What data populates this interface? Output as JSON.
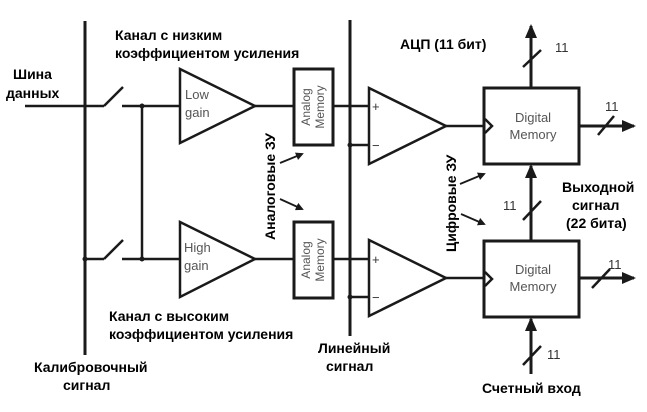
{
  "labels": {
    "data_bus_line1": "Шина",
    "data_bus_line2": "данных",
    "low_channel_line1": "Канал с низким",
    "low_channel_line2": "коэффициентом усиления",
    "high_channel_line1": "Канал с высоким",
    "high_channel_line2": "коэффициентом усиления",
    "calibration_line1": "Калибровочный",
    "calibration_line2": "сигнал",
    "ramp_line1": "Линейный",
    "ramp_line2": "сигнал",
    "adc": "АЦП (11 бит)",
    "analog_memories": "Аналоговые ЗУ",
    "digital_memories": "Цифровые ЗУ",
    "output_line1": "Выходной",
    "output_line2": "сигнал",
    "output_line3": "(22 бита)",
    "counter_input": "Счетный вход"
  },
  "blocks": {
    "low_gain_line1": "Low",
    "low_gain_line2": "gain",
    "high_gain_line1": "High",
    "high_gain_line2": "gain",
    "analog_memory_line1": "Analog",
    "analog_memory_line2": "Memory",
    "digital_memory_line1": "Digital",
    "digital_memory_line2": "Memory",
    "plus": "+",
    "minus": "−"
  },
  "buses": {
    "top_output_width": "11",
    "top_right_output_width": "11",
    "middle_width": "11",
    "bottom_right_output_width": "11",
    "counter_width": "11"
  }
}
